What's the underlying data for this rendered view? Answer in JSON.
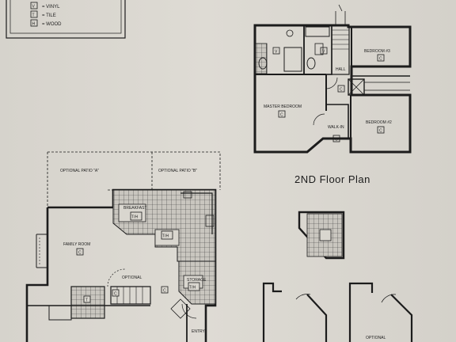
{
  "legend": {
    "items": [
      {
        "code": "V",
        "label": "= VINYL"
      },
      {
        "code": "T",
        "label": "= TILE"
      },
      {
        "code": "H",
        "label": "= WOOD"
      }
    ]
  },
  "second_floor": {
    "title": "2ND Floor Plan",
    "rooms": {
      "bedroom3": "BEDROOM #3",
      "bedroom2": "BEDROOM #2",
      "master": "MASTER BEDROOM",
      "hall": "HALL",
      "walkin": "WALK-IN"
    },
    "codes": {
      "c": "C",
      "v": "V"
    }
  },
  "first_floor": {
    "patio_a": "OPTIONAL PATIO \"A\"",
    "patio_b": "OPTIONAL PATIO \"B\"",
    "breakfast": "BREAKFAST",
    "family": "FAMILY ROOM",
    "storage": "STORAGE",
    "entry": "ENTRY",
    "optional": "OPTIONAL",
    "optional2": "OPTIONAL",
    "codes": {
      "c": "C",
      "t": "T",
      "th": "T/H"
    }
  },
  "colors": {
    "paper": "#d9d6cf",
    "ink": "#1c1c1c"
  }
}
